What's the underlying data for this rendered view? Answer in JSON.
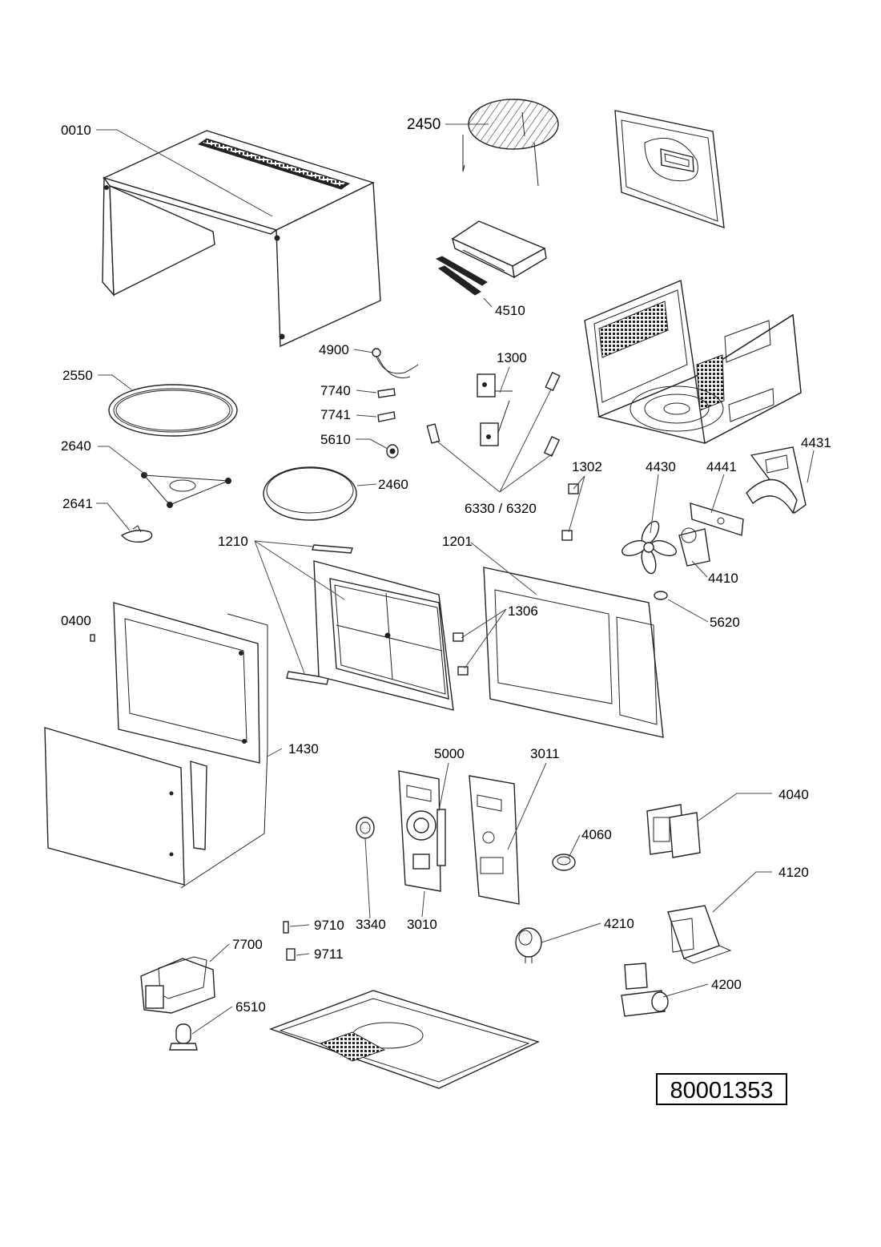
{
  "diagram": {
    "type": "exploded-parts-view",
    "document_number": "80001353",
    "callouts": {
      "c0010": "0010",
      "c2450": "2450",
      "c4510": "4510",
      "c4900": "4900",
      "c1300": "1300",
      "c2550": "2550",
      "c7740": "7740",
      "c7741": "7741",
      "c5610": "5610",
      "c2640": "2640",
      "c2460": "2460",
      "c6330": "6330 / 6320",
      "c1302": "1302",
      "c4430": "4430",
      "c4441": "4441",
      "c4431": "4431",
      "c2641": "2641",
      "c1210": "1210",
      "c1201": "1201",
      "c4410": "4410",
      "c0400": "0400",
      "c1306": "1306",
      "c5620": "5620",
      "c1430": "1430",
      "c5000": "5000",
      "c3011": "3011",
      "c4040": "4040",
      "c4060": "4060",
      "c4120": "4120",
      "c9710": "9710",
      "c3340": "3340",
      "c3010": "3010",
      "c4210": "4210",
      "c7700": "7700",
      "c9711": "9711",
      "c4200": "4200",
      "c6510": "6510"
    }
  }
}
